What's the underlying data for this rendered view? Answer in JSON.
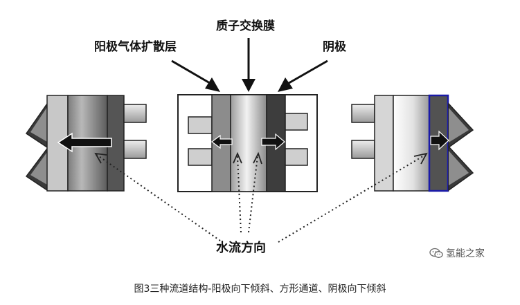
{
  "labels": {
    "anode_gdl": "阳极气体扩散层",
    "pem": "质子交换膜",
    "cathode": "阴极",
    "water_flow": "水流方向"
  },
  "watermark": {
    "icon": "wechat-icon",
    "text": "氢能之家"
  },
  "caption": "图3三种流道结构-阳极向下倾斜、方形通道、阴极向下倾斜"
}
